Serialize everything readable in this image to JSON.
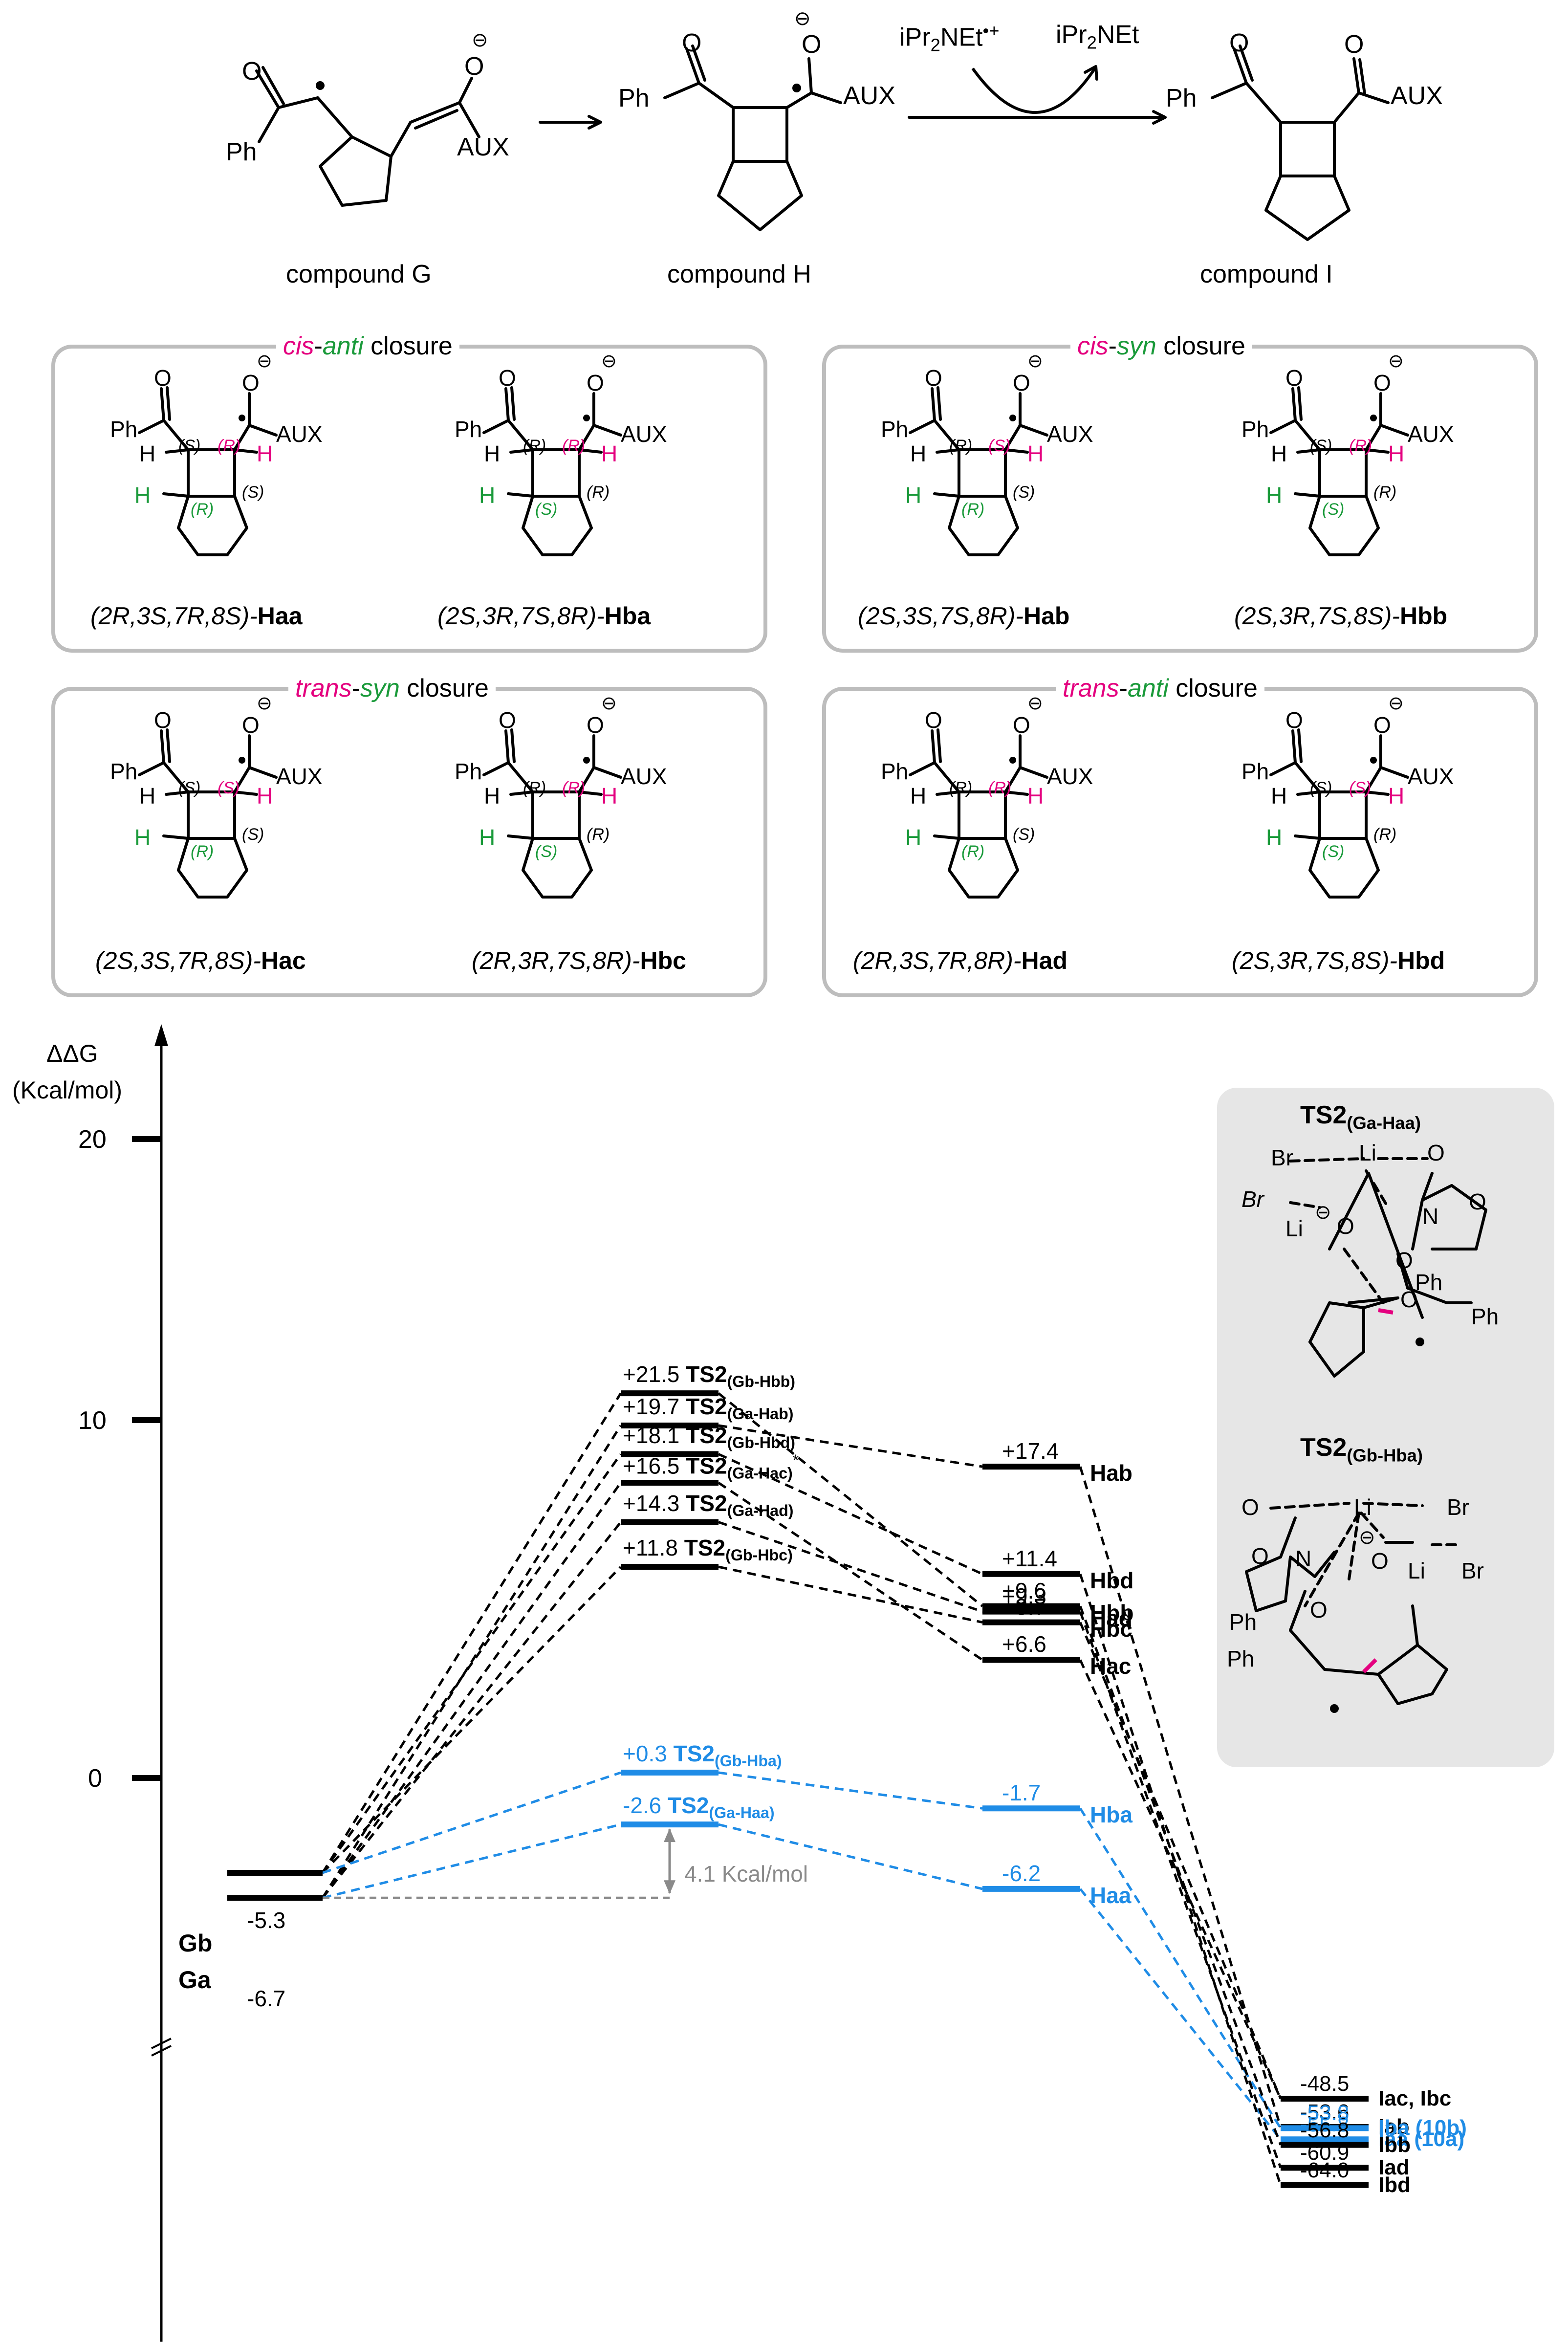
{
  "scheme": {
    "compounds": [
      {
        "label": "compound G",
        "ph": "Ph",
        "aux": "AUX"
      },
      {
        "label": "compound H",
        "ph": "Ph",
        "aux": "AUX"
      },
      {
        "label": "compound I",
        "ph": "Ph",
        "aux": "AUX"
      }
    ],
    "reagent_top_left": "iPr2NEt•+",
    "reagent_top_right": "iPr2NEt"
  },
  "panels": [
    {
      "title_a": "cis",
      "title_b": "-",
      "title_c": "anti",
      "title_d": " closure",
      "left": {
        "config": "(2R,3S,7R,8S)-",
        "name": "Haa"
      },
      "right": {
        "config": "(2S,3R,7S,8R)-",
        "name": "Hba"
      }
    },
    {
      "title_a": "cis",
      "title_b": "-",
      "title_c": "syn",
      "title_d": " closure",
      "left": {
        "config": "(2S,3S,7S,8R)-",
        "name": "Hab"
      },
      "right": {
        "config": "(2S,3R,7S,8S)-",
        "name": "Hbb"
      }
    },
    {
      "title_a": "trans",
      "title_b": "-",
      "title_c": "syn",
      "title_d": " closure",
      "left": {
        "config": "(2S,3S,7R,8S)-",
        "name": "Hac"
      },
      "right": {
        "config": "(2R,3R,7S,8R)-",
        "name": "Hbc"
      }
    },
    {
      "title_a": "trans",
      "title_b": "-",
      "title_c": "anti",
      "title_d": " closure",
      "left": {
        "config": "(2R,3S,7R,8R)-",
        "name": "Had"
      },
      "right": {
        "config": "(2S,3R,7S,8S)-",
        "name": "Hbd"
      }
    }
  ],
  "energy_diagram": {
    "ylabel_line1": "ΔΔG",
    "ylabel_line2": "(Kcal/mol)",
    "ticks": [
      "20",
      "10",
      "0"
    ],
    "start_levels": [
      {
        "name": "Gb",
        "value": "-5.3"
      },
      {
        "name": "Ga",
        "value": "-6.7"
      }
    ],
    "ts_levels": [
      {
        "value": "+21.5",
        "name": "TS2",
        "sub": "(Gb-Hbb)",
        "color": "#000000"
      },
      {
        "value": "+19.7",
        "name": "TS2",
        "sub": "(Ga-Hab)",
        "color": "#000000"
      },
      {
        "value": "+18.1",
        "name": "TS2",
        "sub": "(Gb-Hbd)",
        "color": "#000000"
      },
      {
        "value": "+16.5",
        "name": "TS2",
        "sub": "(Ga-Hac)",
        "mark": "*",
        "color": "#000000"
      },
      {
        "value": "+14.3",
        "name": "TS2",
        "sub": "(Ga-Had)",
        "color": "#000000"
      },
      {
        "value": "+11.8",
        "name": "TS2",
        "sub": "(Gb-Hbc)",
        "color": "#000000"
      },
      {
        "value": "+0.3",
        "name": "TS2",
        "sub": "(Gb-Hba)",
        "color": "#1f8ce6"
      },
      {
        "value": "-2.6",
        "name": "TS2",
        "sub": "(Ga-Haa)",
        "color": "#1f8ce6"
      }
    ],
    "intermediates": [
      {
        "value": "+17.4",
        "name": "Hab"
      },
      {
        "value": "+11.4",
        "name": "Hbd"
      },
      {
        "value": "+9.6",
        "name": "Hbb"
      },
      {
        "value": "+9.3",
        "name": "Had"
      },
      {
        "value": "+8.7",
        "name": "Hbc"
      },
      {
        "value": "+6.6",
        "name": "Hac"
      },
      {
        "value": "-1.7",
        "name": "Hba"
      },
      {
        "value": "-6.2",
        "name": "Haa"
      }
    ],
    "products": [
      {
        "value": "-48.5",
        "name": "Iac, Ibc"
      },
      {
        "value": "-53.6",
        "name": "Iab"
      },
      {
        "value": "-53.8",
        "name": "Iba (10b)"
      },
      {
        "value": "-55.8",
        "name": "Iaa (10a)"
      },
      {
        "value": "-56.8",
        "name": "Ibb"
      },
      {
        "value": "-60.9",
        "name": "Iad"
      },
      {
        "value": "-64.0",
        "name": "Ibd"
      }
    ],
    "gap_label": "4.1 Kcal/mol",
    "colors": {
      "favored": "#1f8ce6",
      "other": "#000000",
      "gap": "#8a8a8a"
    }
  },
  "insets": [
    {
      "title": "TS2",
      "sub": "(Ga-Haa)"
    },
    {
      "title": "TS2",
      "sub": "(Gb-Hba)"
    }
  ]
}
